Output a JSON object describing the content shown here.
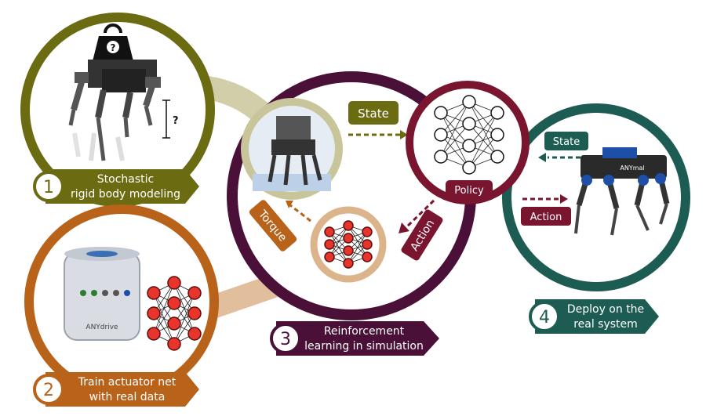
{
  "colors": {
    "olive": "#6b6b12",
    "olive_light": "#c9c59a",
    "brown": "#b8621a",
    "brown_light": "#dcb48c",
    "plum": "#4a1038",
    "maroon": "#7a1530",
    "teal": "#1d5c52",
    "neuron_red": "#e8342a"
  },
  "steps": [
    {
      "number": "1",
      "line1": "Stochastic",
      "line2": "rigid body modeling"
    },
    {
      "number": "2",
      "line1": "Train actuator net",
      "line2": "with real data"
    },
    {
      "number": "3",
      "line1": "Reinforcement",
      "line2": "learning in simulation"
    },
    {
      "number": "4",
      "line1": "Deploy on the",
      "line2": "real system"
    }
  ],
  "labels": {
    "state_sim": "State",
    "policy": "Policy",
    "action_sim": "Action",
    "torque": "Torque",
    "state_real": "State",
    "action_real": "Action",
    "mass_unknown": "?",
    "length_unknown": "?",
    "drive_brand": "ANYdrive",
    "robot_brand": "ANYmal"
  },
  "icons": [
    "weight-icon",
    "quadruped-robot-icon",
    "actuator-icon",
    "neural-network-icon"
  ]
}
